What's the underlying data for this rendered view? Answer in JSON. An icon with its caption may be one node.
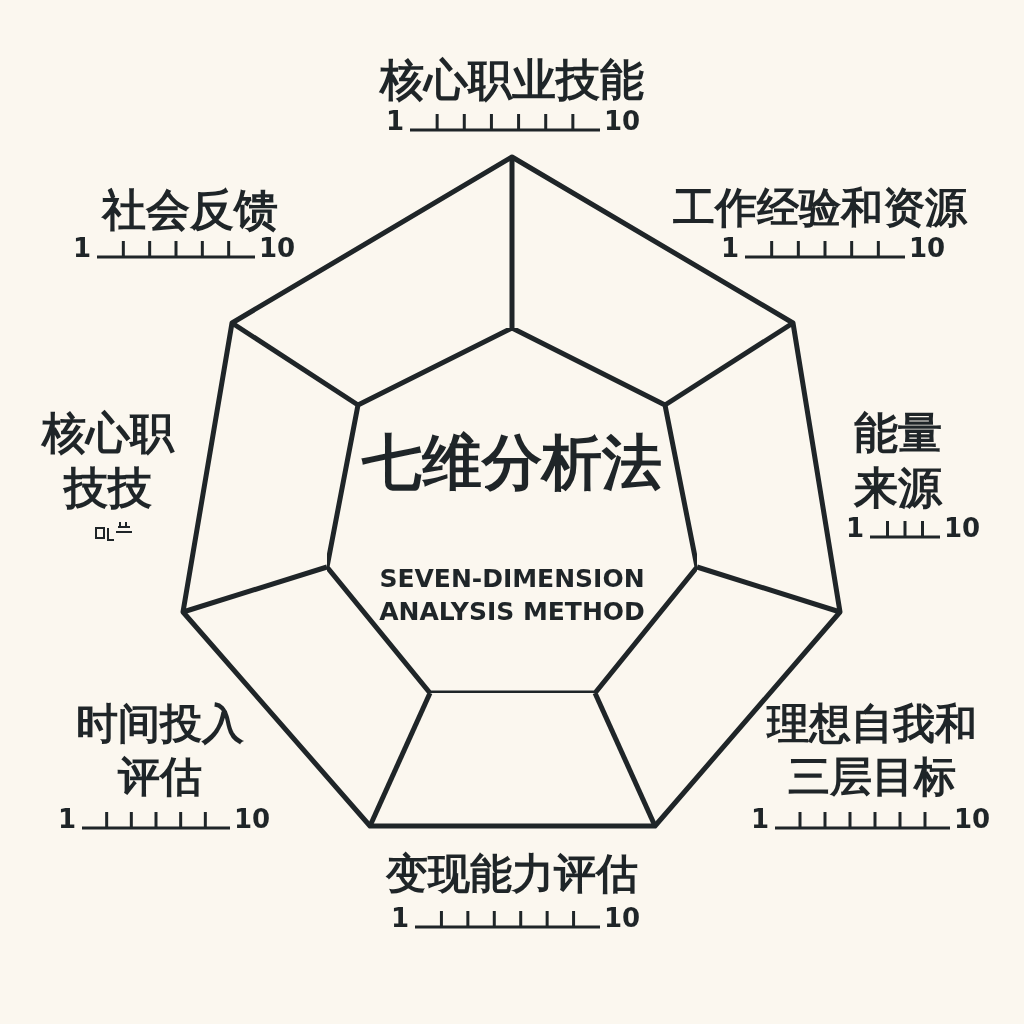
{
  "diagram": {
    "nodes": [
      {
        "text": [
          "七维分析法",
          "SEVEN-DIMENSION ANALYSIS METHOD"
        ]
      }
    ],
    "labels": [
      "核心职业技能",
      "1",
      "10",
      "社会反馈",
      "1",
      "10",
      "工作经验和资源",
      "1",
      "10",
      "核心职技技",
      "能量来源",
      "1",
      "10",
      "时间投入评估",
      "1",
      "10",
      "理想自我和三层目标",
      "1",
      "10",
      "变现能力评估",
      "1",
      "10"
    ]
  }
}
